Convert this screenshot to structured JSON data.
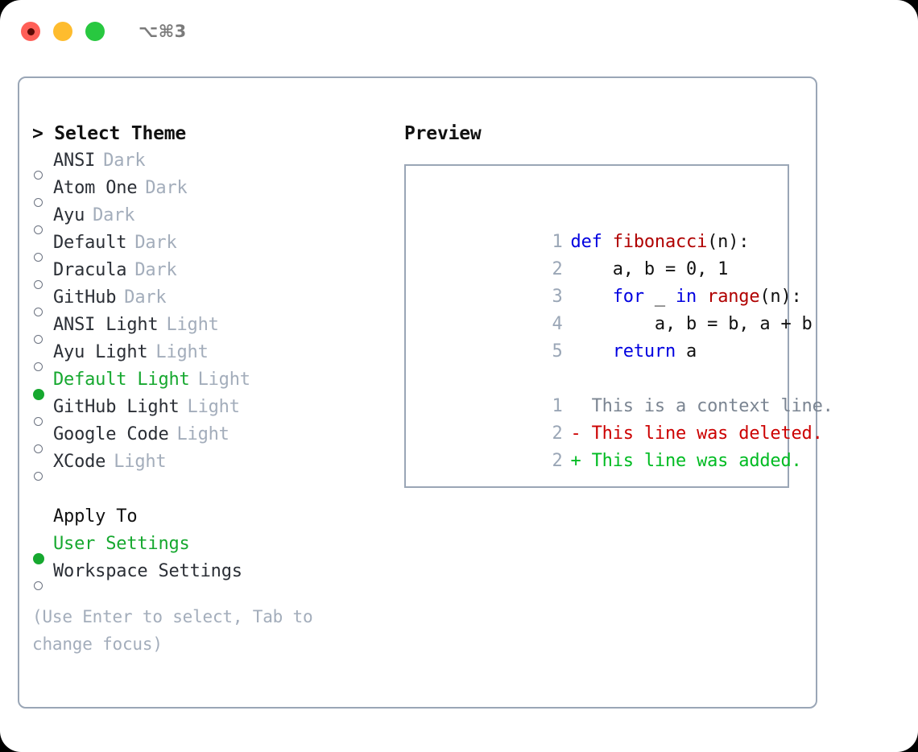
{
  "titlebar": {
    "shortcut": "⌥⌘3",
    "buttons": [
      {
        "name": "close",
        "color": "#ff5f57"
      },
      {
        "name": "minimize",
        "color": "#febc2e"
      },
      {
        "name": "maximize",
        "color": "#28c840"
      }
    ]
  },
  "theme_picker": {
    "header": "> Select Theme",
    "items": [
      {
        "marker": "o",
        "name": "ANSI",
        "tag": "Dark",
        "selected": false
      },
      {
        "marker": "o",
        "name": "Atom One",
        "tag": "Dark",
        "selected": false
      },
      {
        "marker": "o",
        "name": "Ayu",
        "tag": "Dark",
        "selected": false
      },
      {
        "marker": "o",
        "name": "Default",
        "tag": "Dark",
        "selected": false
      },
      {
        "marker": "o",
        "name": "Dracula",
        "tag": "Dark",
        "selected": false
      },
      {
        "marker": "o",
        "name": "GitHub",
        "tag": "Dark",
        "selected": false
      },
      {
        "marker": "o",
        "name": "ANSI Light",
        "tag": "Light",
        "selected": false
      },
      {
        "marker": "o",
        "name": "Ayu Light",
        "tag": "Light",
        "selected": false
      },
      {
        "marker": "●",
        "name": "Default Light",
        "tag": "Light",
        "selected": true
      },
      {
        "marker": "o",
        "name": "GitHub Light",
        "tag": "Light",
        "selected": false
      },
      {
        "marker": "o",
        "name": "Google Code",
        "tag": "Light",
        "selected": false
      },
      {
        "marker": "o",
        "name": "XCode",
        "tag": "Light",
        "selected": false
      }
    ],
    "apply_to": {
      "label": "Apply To",
      "options": [
        {
          "marker": "●",
          "name": "User Settings",
          "selected": true
        },
        {
          "marker": "o",
          "name": "Workspace Settings",
          "selected": false
        }
      ]
    },
    "hint": "(Use Enter to select, Tab to change focus)"
  },
  "preview": {
    "title": "Preview",
    "code_lines": [
      {
        "lineno": "1",
        "tokens": [
          {
            "t": "def ",
            "c": "kw"
          },
          {
            "t": "fibonacci",
            "c": "fn"
          },
          {
            "t": "(n):",
            "c": "pl"
          }
        ]
      },
      {
        "lineno": "2",
        "tokens": [
          {
            "t": "    a, b = 0, 1",
            "c": "pl"
          }
        ]
      },
      {
        "lineno": "3",
        "tokens": [
          {
            "t": "    ",
            "c": "pl"
          },
          {
            "t": "for",
            "c": "kw"
          },
          {
            "t": " _ ",
            "c": "pl"
          },
          {
            "t": "in",
            "c": "kw"
          },
          {
            "t": " ",
            "c": "pl"
          },
          {
            "t": "range",
            "c": "fn"
          },
          {
            "t": "(n):",
            "c": "pl"
          }
        ]
      },
      {
        "lineno": "4",
        "tokens": [
          {
            "t": "        a, b = b, a + b",
            "c": "pl"
          }
        ]
      },
      {
        "lineno": "5",
        "tokens": [
          {
            "t": "    ",
            "c": "pl"
          },
          {
            "t": "return",
            "c": "kw"
          },
          {
            "t": " a",
            "c": "pl"
          }
        ]
      }
    ],
    "diff_lines": [
      {
        "lineno": "1",
        "sign": " ",
        "text": " This is a context line.",
        "kind": "ctx"
      },
      {
        "lineno": "2",
        "sign": "-",
        "text": " This line was deleted.",
        "kind": "del"
      },
      {
        "lineno": "2",
        "sign": "+",
        "text": " This line was added.",
        "kind": "add"
      }
    ]
  },
  "colors": {
    "selected_green": "#16a82f",
    "tag_gray": "#a3adbb",
    "border": "#9aa6b6",
    "keyword_blue": "#0000e0",
    "function_red": "#b00000",
    "diff_delete": "#cc0000",
    "diff_add": "#00bb22"
  }
}
